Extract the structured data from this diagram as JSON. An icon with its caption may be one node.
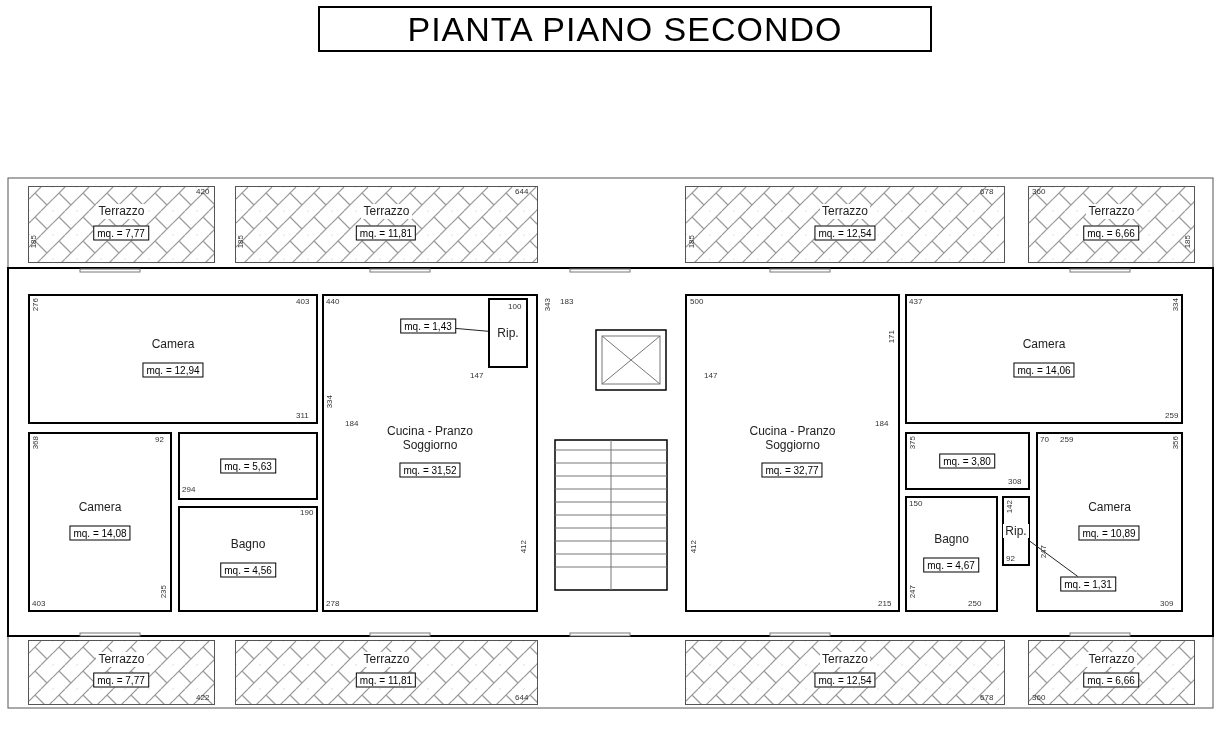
{
  "diagram": {
    "title": "PIANTA PIANO SECONDO",
    "nodes": [
      {
        "text": [
          "Terrazzo"
        ]
      },
      {
        "text": [
          "mq. = 7,77"
        ],
        "in": 0
      },
      {
        "text": [
          "Terrazzo"
        ]
      },
      {
        "text": [
          "mq. = 11,81"
        ],
        "in": 2
      },
      {
        "text": [
          "Terrazzo"
        ]
      },
      {
        "text": [
          "mq. = 12,54"
        ],
        "in": 4
      },
      {
        "text": [
          "Terrazzo"
        ]
      },
      {
        "text": [
          "mq. = 6,66"
        ],
        "in": 6
      },
      {
        "text": [
          "Camera"
        ]
      },
      {
        "text": [
          "mq. = 12,94"
        ],
        "in": 8
      },
      {
        "text": [
          "Cucina - Pranzo Soggiorno"
        ]
      },
      {
        "text": [
          "mq. = 1,43"
        ],
        "in": 10
      },
      {
        "text": [
          "Rip."
        ],
        "in": 10
      },
      {
        "text": [
          "mq. = 31,52"
        ],
        "in": 10
      },
      {
        "text": [
          "Cucina - Pranzo Soggiorno"
        ]
      },
      {
        "text": [
          "mq. = 32,77"
        ],
        "in": 14
      },
      {
        "text": [
          "Camera"
        ]
      },
      {
        "text": [
          "mq. = 14,06"
        ],
        "in": 16
      },
      {
        "text": [],
        "shape": "box"
      },
      {
        "text": [
          "mq. = 5,63"
        ],
        "in": 18
      },
      {
        "text": [],
        "shape": "box"
      },
      {
        "text": [
          "mq. = 3,80"
        ],
        "in": 20
      },
      {
        "text": [
          "Camera"
        ]
      },
      {
        "text": [
          "mq. = 14,08"
        ],
        "in": 22
      },
      {
        "text": [
          "Bagno"
        ]
      },
      {
        "text": [
          "mq. = 4,56"
        ],
        "in": 24
      },
      {
        "text": [
          "Bagno"
        ]
      },
      {
        "text": [
          "mq. = 4,67"
        ],
        "in": 26
      },
      {
        "text": [
          "Rip."
        ]
      },
      {
        "text": [
          "Camera"
        ]
      },
      {
        "text": [
          "mq. = 10,89"
        ],
        "in": 29
      },
      {
        "text": [
          "mq. = 1,31"
        ],
        "in": 29
      },
      {
        "text": [
          "Terrazzo"
        ]
      },
      {
        "text": [
          "mq. = 7,77"
        ],
        "in": 32
      },
      {
        "text": [
          "Terrazzo"
        ]
      },
      {
        "text": [
          "mq. = 11,81"
        ],
        "in": 34
      },
      {
        "text": [
          "Terrazzo"
        ]
      },
      {
        "text": [
          "mq. = 12,54"
        ],
        "in": 36
      },
      {
        "text": [
          "Terrazzo"
        ]
      },
      {
        "text": [
          "mq. = 6,66"
        ],
        "in": 38
      }
    ],
    "edges": [
      {
        "from": 11,
        "to": 12,
        "arrow": "none"
      },
      {
        "from": 31,
        "to": 28,
        "arrow": "none"
      }
    ],
    "labels": [
      "420",
      "185",
      "644",
      "185",
      "678",
      "360",
      "185",
      "185",
      "276",
      "403",
      "440",
      "100",
      "343",
      "183",
      "500",
      "171",
      "147",
      "147",
      "437",
      "334",
      "334",
      "184",
      "311",
      "368",
      "294",
      "92",
      "190",
      "235",
      "403",
      "278",
      "412",
      "412",
      "184",
      "375",
      "259",
      "259",
      "308",
      "356",
      "150",
      "70",
      "142",
      "92",
      "215",
      "250",
      "247",
      "247",
      "309",
      "422",
      "644",
      "678",
      "360"
    ]
  }
}
